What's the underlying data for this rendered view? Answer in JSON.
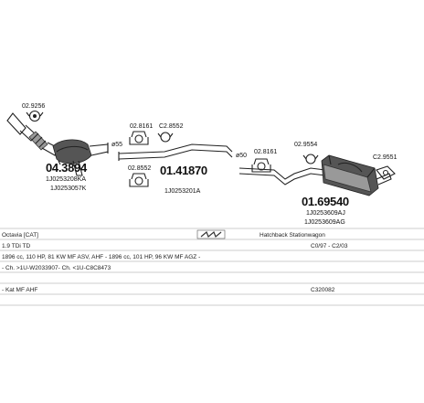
{
  "parts": [
    {
      "code": "02.9256"
    },
    {
      "code": "ø55"
    },
    {
      "number": "04.3894",
      "refs": [
        "1J0253208KA",
        "1J0253057K"
      ]
    },
    {
      "code": "02.8161"
    },
    {
      "code": "C2.8552"
    },
    {
      "code": "02.8552"
    },
    {
      "number": "01.41870",
      "refs": [
        "1J0253201A"
      ]
    },
    {
      "code": "ø50"
    },
    {
      "code": "02.8161"
    },
    {
      "code": "02.9554"
    },
    {
      "code": "C2.9551"
    },
    {
      "number": "01.69540",
      "refs": [
        "1J0253609AJ",
        "1J0253609AG"
      ]
    }
  ],
  "info": {
    "model": "Octavia  [CAT]",
    "body_type": "Hatchback Stationwagon",
    "engine": "1.9 TDi TD",
    "years": "C0/97 - C2/03",
    "spec": "1896 cc, 110 HP, 81 KW MF ASV, AHF - 1896 cc, 101 HP, 96 KW MF AGZ -",
    "chassis": "- Ch.  >1U-W2033907-  Ch.  <1U-C8C8473",
    "variant": "- Kat MF AHF",
    "catalog_no": "C320082"
  }
}
